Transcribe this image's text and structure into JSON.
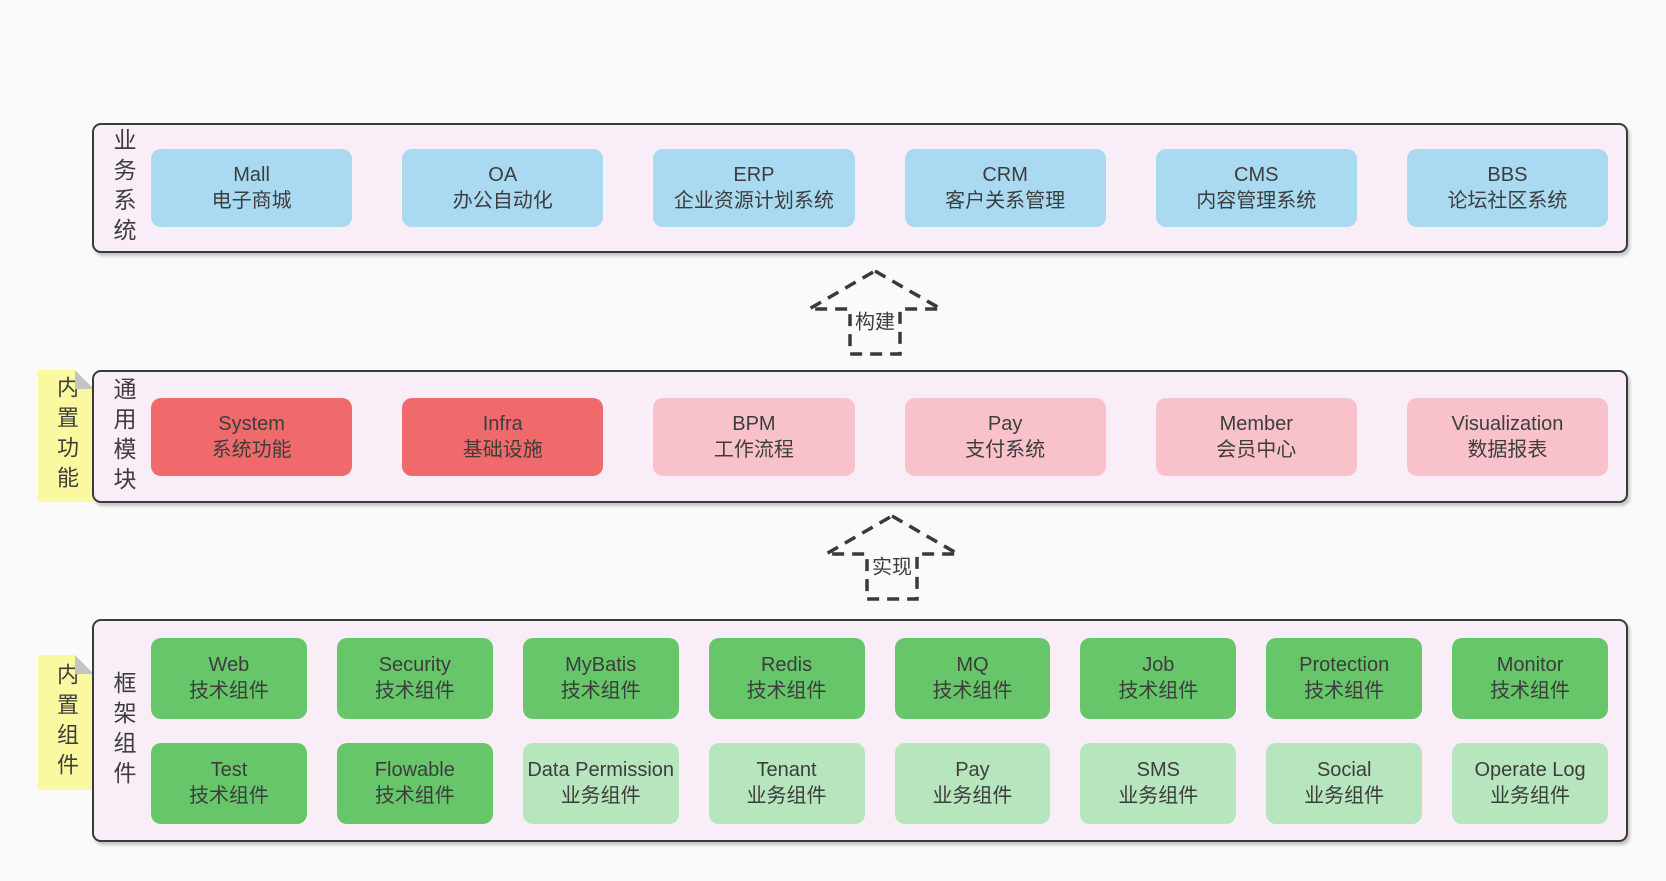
{
  "colors": {
    "page_bg": "#fafafa",
    "layer_bg": "#f9edf7",
    "layer_border": "#3a3a3a",
    "text": "#3d3d3d",
    "blue": "#a9daf2",
    "red": "#f0696b",
    "pink": "#f9c2cb",
    "green": "#66c669",
    "light_green": "#b7e5bd",
    "note_yellow": "#fbf9a0",
    "note_fold": "#c4c4c4"
  },
  "arrows": [
    {
      "label": "构建"
    },
    {
      "label": "实现"
    }
  ],
  "layers": [
    {
      "id": "business-systems",
      "side_label": "业务系统",
      "note": null,
      "rows": [
        [
          {
            "title": "Mall",
            "subtitle": "电子商城",
            "color": "blue"
          },
          {
            "title": "OA",
            "subtitle": "办公自动化",
            "color": "blue"
          },
          {
            "title": "ERP",
            "subtitle": "企业资源计划系统",
            "color": "blue"
          },
          {
            "title": "CRM",
            "subtitle": "客户关系管理",
            "color": "blue"
          },
          {
            "title": "CMS",
            "subtitle": "内容管理系统",
            "color": "blue"
          },
          {
            "title": "BBS",
            "subtitle": "论坛社区系统",
            "color": "blue"
          }
        ]
      ]
    },
    {
      "id": "common-modules",
      "side_label": "通用模块",
      "note": "内置功能",
      "rows": [
        [
          {
            "title": "System",
            "subtitle": "系统功能",
            "color": "red"
          },
          {
            "title": "Infra",
            "subtitle": "基础设施",
            "color": "red"
          },
          {
            "title": "BPM",
            "subtitle": "工作流程",
            "color": "pink"
          },
          {
            "title": "Pay",
            "subtitle": "支付系统",
            "color": "pink"
          },
          {
            "title": "Member",
            "subtitle": "会员中心",
            "color": "pink"
          },
          {
            "title": "Visualization",
            "subtitle": "数据报表",
            "color": "pink"
          }
        ]
      ]
    },
    {
      "id": "framework-components",
      "side_label": "框架组件",
      "note": "内置组件",
      "rows": [
        [
          {
            "title": "Web",
            "subtitle": "技术组件",
            "color": "green"
          },
          {
            "title": "Security",
            "subtitle": "技术组件",
            "color": "green"
          },
          {
            "title": "MyBatis",
            "subtitle": "技术组件",
            "color": "green"
          },
          {
            "title": "Redis",
            "subtitle": "技术组件",
            "color": "green"
          },
          {
            "title": "MQ",
            "subtitle": "技术组件",
            "color": "green"
          },
          {
            "title": "Job",
            "subtitle": "技术组件",
            "color": "green"
          },
          {
            "title": "Protection",
            "subtitle": "技术组件",
            "color": "green"
          },
          {
            "title": "Monitor",
            "subtitle": "技术组件",
            "color": "green"
          }
        ],
        [
          {
            "title": "Test",
            "subtitle": "技术组件",
            "color": "green"
          },
          {
            "title": "Flowable",
            "subtitle": "技术组件",
            "color": "green"
          },
          {
            "title": "Data Permission",
            "subtitle": "业务组件",
            "color": "light_green"
          },
          {
            "title": "Tenant",
            "subtitle": "业务组件",
            "color": "light_green"
          },
          {
            "title": "Pay",
            "subtitle": "业务组件",
            "color": "light_green"
          },
          {
            "title": "SMS",
            "subtitle": "业务组件",
            "color": "light_green"
          },
          {
            "title": "Social",
            "subtitle": "业务组件",
            "color": "light_green"
          },
          {
            "title": "Operate Log",
            "subtitle": "业务组件",
            "color": "light_green"
          }
        ]
      ]
    }
  ]
}
